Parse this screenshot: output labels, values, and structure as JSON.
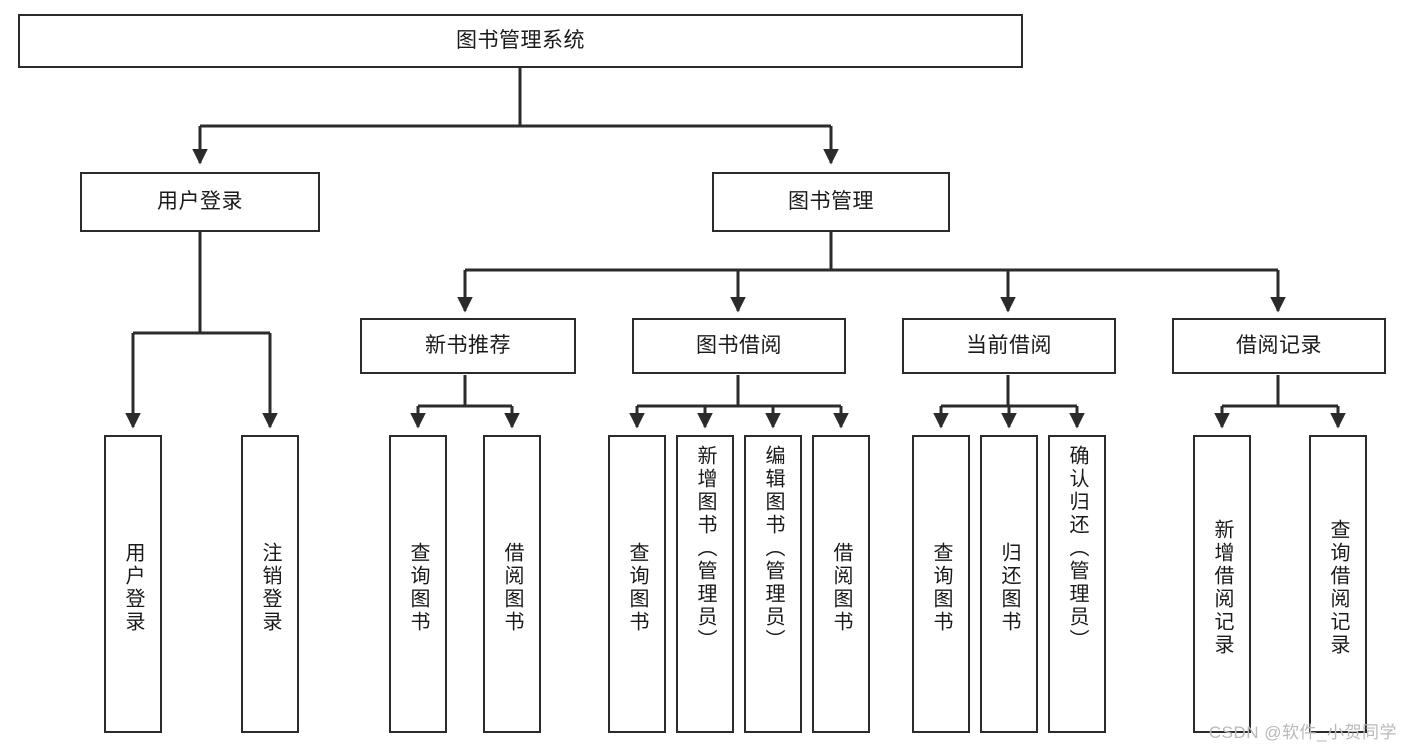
{
  "diagram": {
    "type": "hierarchy-tree",
    "title": "图书管理系统",
    "watermark": "CSDN @软件_小贺同学",
    "colors": {
      "background": "#ffffff",
      "border": "#2b2b2b",
      "text": "#1a1a1a",
      "watermark": "#b9b9b9"
    },
    "levels": {
      "root": {
        "label": "图书管理系统"
      },
      "level1": [
        {
          "id": "user-login",
          "label": "用户登录"
        },
        {
          "id": "book-management",
          "label": "图书管理"
        }
      ],
      "level2": [
        {
          "id": "new-book-recommend",
          "label": "新书推荐",
          "parent": "book-management"
        },
        {
          "id": "book-borrow",
          "label": "图书借阅",
          "parent": "book-management"
        },
        {
          "id": "current-borrow",
          "label": "当前借阅",
          "parent": "book-management"
        },
        {
          "id": "borrow-record",
          "label": "借阅记录",
          "parent": "book-management"
        }
      ],
      "leaves": [
        {
          "id": "leaf-user-login",
          "label": "用户登录",
          "parent": "user-login"
        },
        {
          "id": "leaf-logout",
          "label": "注销登录",
          "parent": "user-login"
        },
        {
          "id": "leaf-query-book-1",
          "label": "查询图书",
          "parent": "new-book-recommend"
        },
        {
          "id": "leaf-borrow-book-1",
          "label": "借阅图书",
          "parent": "new-book-recommend"
        },
        {
          "id": "leaf-query-book-2",
          "label": "查询图书",
          "parent": "book-borrow"
        },
        {
          "id": "leaf-add-book",
          "label": "新增图书（管理员）",
          "parent": "book-borrow"
        },
        {
          "id": "leaf-edit-book",
          "label": "编辑图书（管理员）",
          "parent": "book-borrow"
        },
        {
          "id": "leaf-borrow-book-2",
          "label": "借阅图书",
          "parent": "book-borrow"
        },
        {
          "id": "leaf-query-book-3",
          "label": "查询图书",
          "parent": "current-borrow"
        },
        {
          "id": "leaf-return-book",
          "label": "归还图书",
          "parent": "current-borrow"
        },
        {
          "id": "leaf-confirm-return",
          "label": "确认归还（管理员）",
          "parent": "current-borrow"
        },
        {
          "id": "leaf-add-record",
          "label": "新增借阅记录",
          "parent": "borrow-record"
        },
        {
          "id": "leaf-query-record",
          "label": "查询借阅记录",
          "parent": "borrow-record"
        }
      ]
    }
  }
}
